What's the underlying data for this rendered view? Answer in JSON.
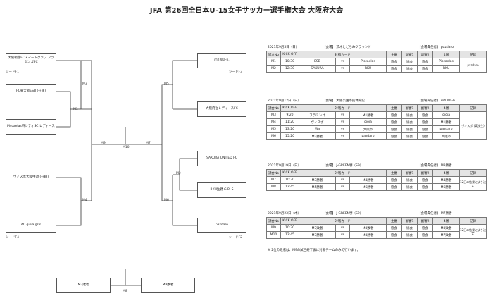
{
  "title": "JFA 第26回全日本U-15女子サッカー選手権大会 大阪府大会",
  "bracket": {
    "left_teams": [
      "大阪桐蔭FCスマートクラブ プラミンゴFC",
      "FC東大阪ESB (在籍)",
      "Piscaelas堺シティSC レディース",
      "ヴィスポ大阪中須 (在籍)",
      "AC.gioia.gris"
    ],
    "right_teams": [
      "mfl.Wa-h.",
      "大阪府立レディースFC",
      "SAKURA UNITED FC",
      "RKU生野 GIRLS",
      "pazdaro"
    ],
    "seeds": {
      "l1": "シードF1",
      "l4": "シードF4",
      "r3": "シードF3",
      "r2": "シードF2"
    },
    "matches": {
      "m1": "M1",
      "m2": "M2",
      "m3": "M3",
      "m4": "M4",
      "m5": "M5",
      "m6": "M6",
      "m7": "M7",
      "m8": "M8",
      "m9": "M9",
      "m10": "M10"
    },
    "third_place": {
      "left": "M7敗者",
      "right": "M8敗者"
    }
  },
  "table_headers": [
    "試合No",
    "KICK OFF",
    "対戦カード",
    "",
    "",
    "主審",
    "副審1",
    "副審2",
    "4審",
    "記録"
  ],
  "schedule": [
    {
      "date": "2021年9月5日（日）",
      "venue": "【会場】 茨木とどろみグラウンド",
      "host": "【会場責任者】 pazdaro",
      "rows": [
        {
          "no": "M1",
          "time": "10:30",
          "home": "ESB",
          "vs": "vs",
          "away": "Piscaelas",
          "r": "協会",
          "a1": "協会",
          "a2": "協会",
          "fourth": "Piscaelas"
        },
        {
          "no": "M2",
          "time": "12:30",
          "home": "SAKURA",
          "vs": "vs",
          "away": "RKU",
          "r": "協会",
          "a1": "協会",
          "a2": "協会",
          "fourth": "RKU"
        }
      ],
      "note": "pazdaro"
    },
    {
      "date": "2021年9月12日（日）",
      "venue": "【会場】 大阪公園市民体育館",
      "host": "【会場責任者】 mfl.Wa-h.",
      "rows": [
        {
          "no": "M3",
          "time": "9:20",
          "home": "フラミンゴ",
          "vs": "vs",
          "away": "M1勝者",
          "r": "協会",
          "a1": "協会",
          "a2": "協会",
          "fourth": "gioia"
        },
        {
          "no": "M4",
          "time": "11:20",
          "home": "ヴィスポ",
          "vs": "vs",
          "away": "gioia",
          "r": "協会",
          "a1": "協会",
          "a2": "協会",
          "fourth": "M1勝者"
        },
        {
          "no": "M5",
          "time": "13:20",
          "home": "Wa",
          "vs": "vs",
          "away": "大阪市",
          "r": "協会",
          "a1": "協会",
          "a2": "協会",
          "fourth": "pazdaro"
        },
        {
          "no": "M6",
          "time": "15:20",
          "home": "M2勝者",
          "vs": "vs",
          "away": "pazdaro",
          "r": "協会",
          "a1": "協会",
          "a2": "協会",
          "fourth": "大阪市"
        }
      ],
      "note": "ヴィスポ (実技生)"
    },
    {
      "date": "2021年9月19日（日）",
      "venue": "【会場】 J-GREEN堺（S9）",
      "host": "【会場責任者】 M3勝者",
      "rows": [
        {
          "no": "M7",
          "time": "10:30",
          "home": "M3勝者",
          "vs": "vs",
          "away": "M4勝者",
          "r": "協会",
          "a1": "協会",
          "a2": "協会",
          "fourth": "M4勝者"
        },
        {
          "no": "M8",
          "time": "12:45",
          "home": "M5勝者",
          "vs": "vs",
          "away": "M6勝者",
          "r": "協会",
          "a1": "協会",
          "a2": "協会",
          "fourth": "M6勝者"
        }
      ],
      "note": "12日の結果により決定"
    },
    {
      "date": "2021年9月23日（木）",
      "venue": "【会場】 J-GREEN堺（S9）",
      "host": "【会場責任者】 M7勝者",
      "rows": [
        {
          "no": "M9",
          "time": "10:30",
          "home": "M7敗者",
          "vs": "vs",
          "away": "M8敗者",
          "r": "協会",
          "a1": "協会",
          "a2": "協会",
          "fourth": "M8敗者"
        },
        {
          "no": "M10",
          "time": "12:45",
          "home": "M7勝者",
          "vs": "vs",
          "away": "M8勝者",
          "r": "協会",
          "a1": "協会",
          "a2": "協会",
          "fourth": "M7敗者"
        }
      ],
      "note": "12日の結果により決定"
    }
  ],
  "footnote": "※ 2位の敗者は、M9の試合終了後に対象チームのみで行います。"
}
